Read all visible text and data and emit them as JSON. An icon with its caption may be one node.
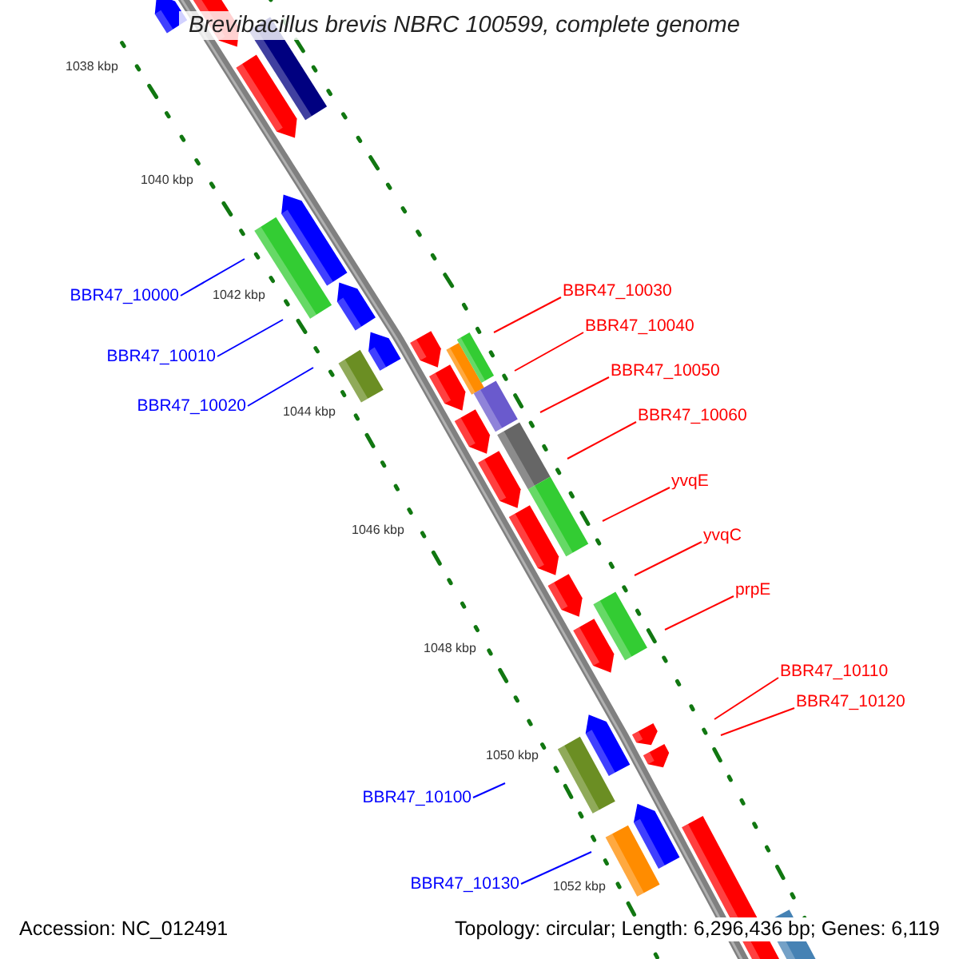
{
  "diagram": {
    "title": "Brevibacillus brevis NBRC 100599, complete genome",
    "nodes": [
      {
        "text": [
          "BBR47_10030"
        ]
      },
      {
        "text": [
          "BBR47_10000"
        ]
      },
      {
        "text": [
          "BBR47_10040"
        ]
      },
      {
        "text": [
          "BBR47_10010"
        ]
      },
      {
        "text": [
          "BBR47_10050"
        ]
      },
      {
        "text": [
          "BBR47_10020"
        ]
      },
      {
        "text": [
          "BBR47_10060"
        ]
      },
      {
        "text": [
          "yvqE"
        ]
      },
      {
        "text": [
          "yvqC"
        ]
      },
      {
        "text": [
          "prpE"
        ]
      },
      {
        "text": [
          "BBR47_10110"
        ]
      },
      {
        "text": [
          "BBR47_10120"
        ]
      },
      {
        "text": [
          "BBR47_10100"
        ]
      },
      {
        "text": [
          "BBR47_10130"
        ]
      }
    ],
    "edges": [
      {
        "from": 0,
        "to": null,
        "arrow": "none"
      },
      {
        "from": 1,
        "to": null,
        "arrow": "none",
        "color": "#0000ff"
      },
      {
        "from": 2,
        "to": null,
        "arrow": "none"
      },
      {
        "from": 3,
        "to": null,
        "arrow": "none",
        "color": "#0000ff"
      },
      {
        "from": 4,
        "to": null,
        "arrow": "none"
      },
      {
        "from": 5,
        "to": null,
        "arrow": "none",
        "color": "#0000ff"
      },
      {
        "from": 6,
        "to": null,
        "arrow": "none"
      },
      {
        "from": 7,
        "to": null,
        "arrow": "none"
      },
      {
        "from": 8,
        "to": null,
        "arrow": "none"
      },
      {
        "from": 9,
        "to": null,
        "arrow": "none"
      },
      {
        "from": 10,
        "to": null,
        "arrow": "none"
      },
      {
        "from": 11,
        "to": null,
        "arrow": "none"
      },
      {
        "from": 12,
        "to": null,
        "arrow": "none",
        "color": "#0000ff"
      },
      {
        "from": 13,
        "to": null,
        "arrow": "none",
        "color": "#0000ff"
      }
    ],
    "labels": [
      "1038 kbp",
      "1040 kbp",
      "1042 kbp",
      "1044 kbp",
      "1046 kbp",
      "1048 kbp",
      "1050 kbp",
      "1052 kbp",
      "Accession: NC_012491",
      "Topology: circular; Length: 6,296,436 bp; Genes: 6,119"
    ]
  }
}
